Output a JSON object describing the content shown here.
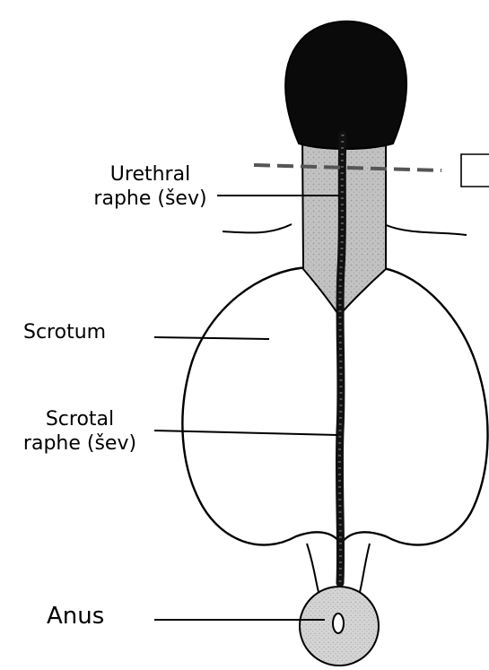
{
  "labels": {
    "urethral_raphe": [
      "Urethral",
      "raphe (šev)"
    ],
    "scrotum": "Scrotum",
    "scrotal_raphe": [
      "Scrotal",
      "raphe (šev)"
    ],
    "anus": "Anus"
  },
  "colors": {
    "ink": "#000000",
    "glans": "#0a0a0a",
    "shaft": "#bdbdbd",
    "raphe": "#111111",
    "perineum_disc": "#cfcfcf",
    "background": "#ffffff"
  }
}
